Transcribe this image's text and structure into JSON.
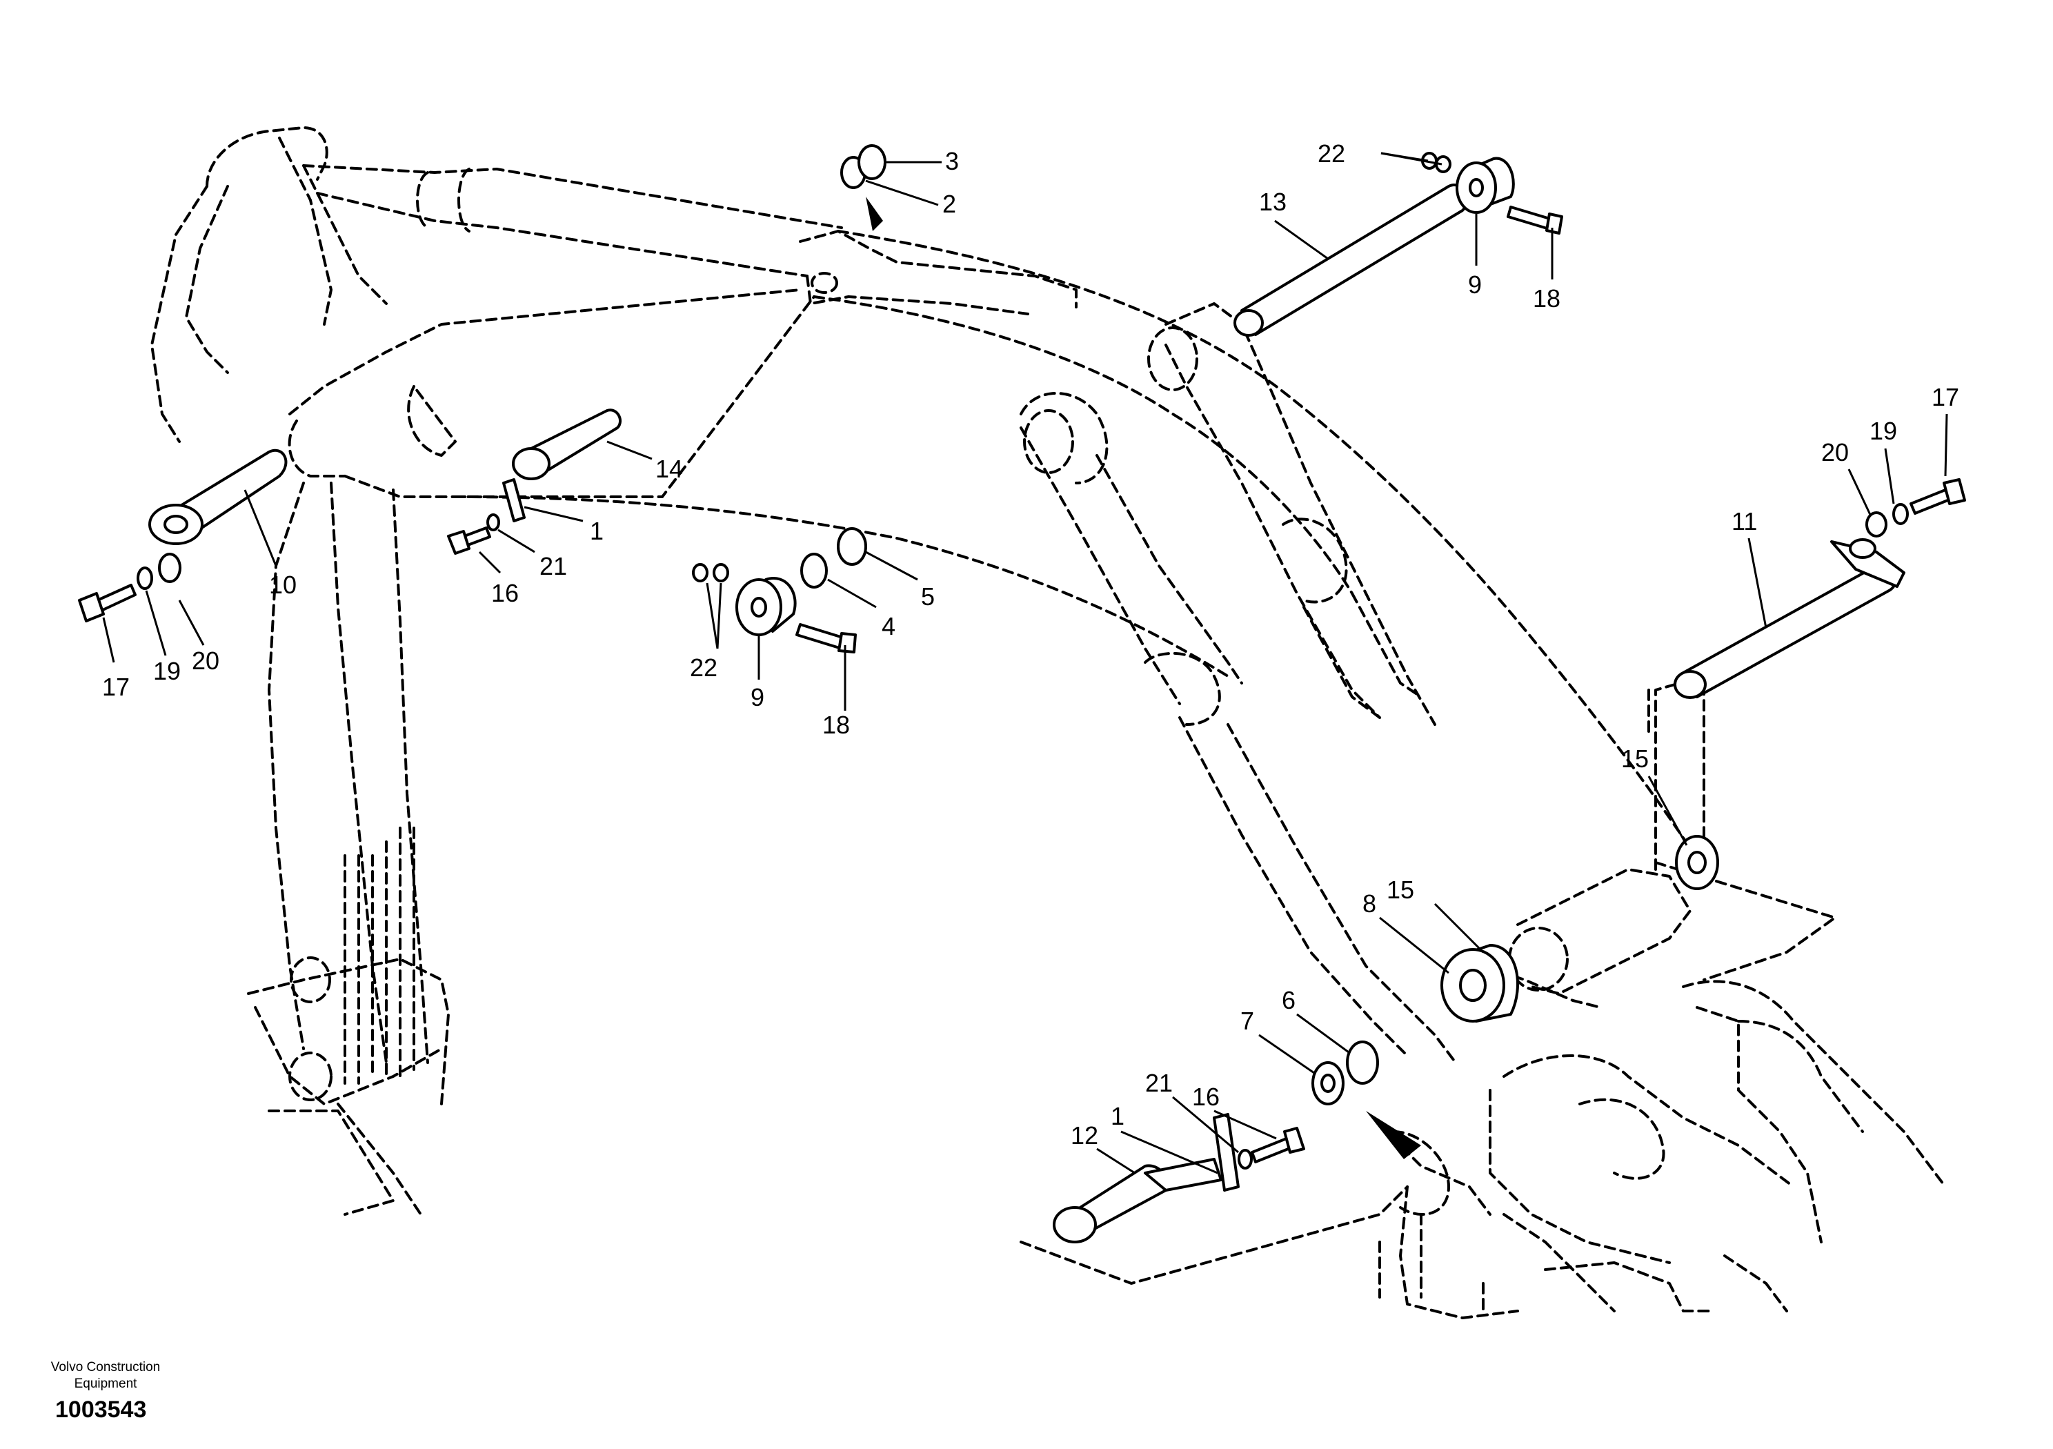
{
  "footer": {
    "brand_line1": "Volvo Construction",
    "brand_line2": "Equipment",
    "drawing_number": "1003543"
  },
  "callouts": [
    {
      "id": "c1",
      "text": "1"
    },
    {
      "id": "c1b",
      "text": "1"
    },
    {
      "id": "c2",
      "text": "2"
    },
    {
      "id": "c3",
      "text": "3"
    },
    {
      "id": "c4",
      "text": "4"
    },
    {
      "id": "c5",
      "text": "5"
    },
    {
      "id": "c6",
      "text": "6"
    },
    {
      "id": "c7",
      "text": "7"
    },
    {
      "id": "c8",
      "text": "8"
    },
    {
      "id": "c9",
      "text": "9"
    },
    {
      "id": "c9b",
      "text": "9"
    },
    {
      "id": "c10",
      "text": "10"
    },
    {
      "id": "c11",
      "text": "11"
    },
    {
      "id": "c12",
      "text": "12"
    },
    {
      "id": "c13",
      "text": "13"
    },
    {
      "id": "c14",
      "text": "14"
    },
    {
      "id": "c15",
      "text": "15"
    },
    {
      "id": "c15b",
      "text": "15"
    },
    {
      "id": "c16",
      "text": "16"
    },
    {
      "id": "c16b",
      "text": "16"
    },
    {
      "id": "c17",
      "text": "17"
    },
    {
      "id": "c17b",
      "text": "17"
    },
    {
      "id": "c18",
      "text": "18"
    },
    {
      "id": "c18b",
      "text": "18"
    },
    {
      "id": "c19",
      "text": "19"
    },
    {
      "id": "c19b",
      "text": "19"
    },
    {
      "id": "c20",
      "text": "20"
    },
    {
      "id": "c20b",
      "text": "20"
    },
    {
      "id": "c21",
      "text": "21"
    },
    {
      "id": "c21b",
      "text": "21"
    },
    {
      "id": "c22",
      "text": "22"
    },
    {
      "id": "c22b",
      "text": "22"
    }
  ]
}
